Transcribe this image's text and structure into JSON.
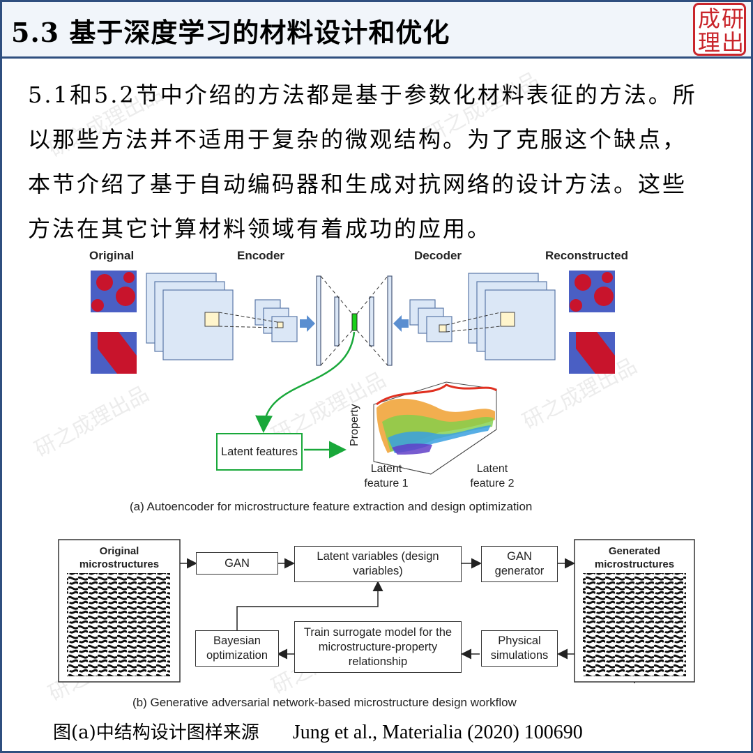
{
  "header": {
    "title": "5.3 基于深度学习的材料设计和优化",
    "seal_chars": [
      "成",
      "研",
      "理",
      "出"
    ]
  },
  "paragraph": [
    "5.1和5.2节中介绍的方法都是基于参数化材料表征的方法。所",
    "以那些方法并不适用于复杂的微观结构。为了克服这个缺点，",
    "本节介绍了基于自动编码器和生成对抗网络的设计方法。这些",
    "方法在其它计算材料领域有着成功的应用。"
  ],
  "watermark": "研之成理出品",
  "figure_a": {
    "labels": {
      "original": "Original",
      "encoder": "Encoder",
      "decoder": "Decoder",
      "reconstructed": "Reconstructed"
    },
    "latent_features": "Latent features",
    "property_axis": "Property",
    "latent_feature_1": "Latent feature 1",
    "latent_feature_2": "Latent feature 2",
    "caption": "(a) Autoencoder for microstructure feature extraction and design optimization"
  },
  "figure_b": {
    "original_micro": "Original microstructures",
    "gan": "GAN",
    "latent_variables": "Latent variables (design variables)",
    "gan_generator": "GAN generator",
    "generated_micro": "Generated microstructures",
    "bayesian": "Bayesian optimization",
    "surrogate": "Train surrogate model for the microstructure-property relationship",
    "physical": "Physical simulations",
    "caption": "(b) Generative adversarial network-based microstructure design workflow"
  },
  "footer": {
    "source_label": "图(a)中结构设计图样来源",
    "citation": "Jung et al., Materialia  (2020) 100690"
  },
  "colors": {
    "frame_blue": "#2f4f7f",
    "seal_red": "#c9252b",
    "cube_blue": "#4a5fc4",
    "cube_red": "#c8142c",
    "arrow_green": "#19a83a",
    "arrow_blue": "#5a8ed0"
  }
}
